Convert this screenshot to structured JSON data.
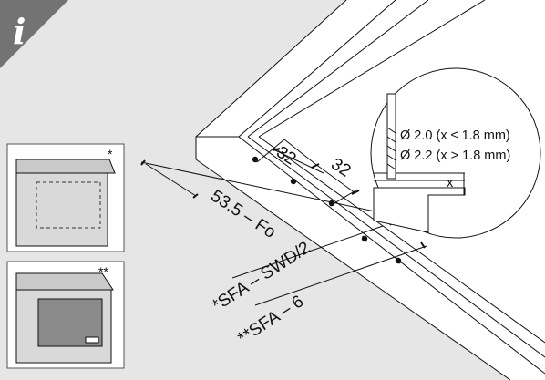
{
  "info_badge": {
    "glyph": "i"
  },
  "dimensions": {
    "spacing_a": "32",
    "spacing_b": "32",
    "front_offset": "53.5 – Fo",
    "line_sfa_swd": "*SFA – SWD/2",
    "line_sfa_6": "**SFA – 6"
  },
  "detail": {
    "drill_1": "Ø 2.0 (x ≤ 1.8 mm)",
    "drill_2": "Ø 2.2 (x > 1.8 mm)",
    "x_label": "x"
  },
  "insets": {
    "single_marker": "*",
    "double_marker": "**"
  },
  "colors": {
    "background": "#e6e6e6",
    "badge": "#737373",
    "panel": "#ffffff",
    "line": "#111111",
    "front_face": "#8a8a8a"
  }
}
